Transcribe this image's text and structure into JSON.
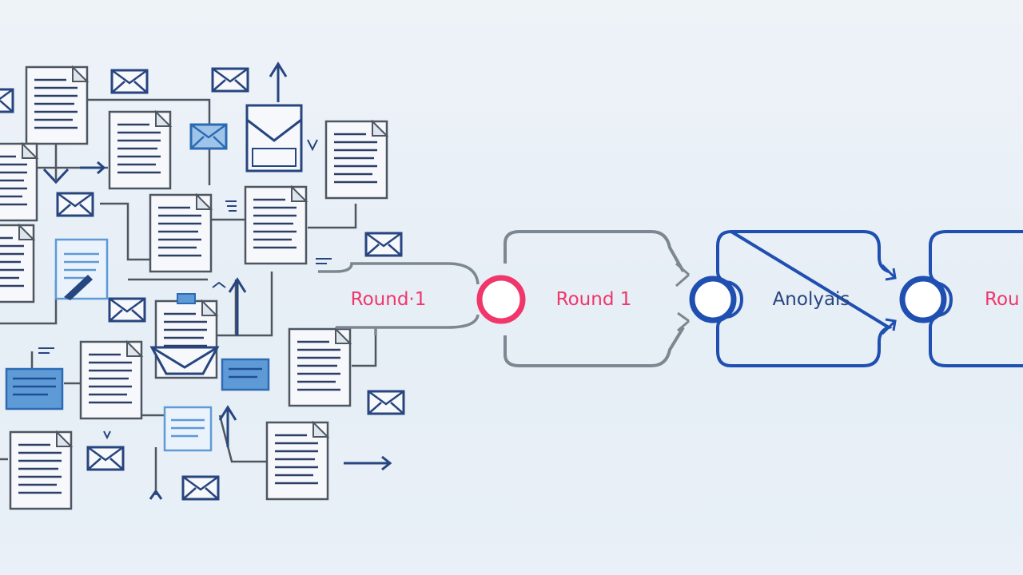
{
  "stages": {
    "s0": {
      "label": "Round·1"
    },
    "s1": {
      "label": "Round 1"
    },
    "s2": {
      "label": "Anolyais"
    },
    "s3": {
      "label": "Rou"
    }
  },
  "colors": {
    "background": "#e9f0f7",
    "gray_line": "#7d8791",
    "navy": "#27457f",
    "royal_blue": "#1f4fb0",
    "accent_red": "#f0366a",
    "light_blue_fill": "#5e9ad6",
    "doc_fill": "#f6f8fb"
  },
  "icons": [
    "document-icon",
    "envelope-icon",
    "open-envelope-icon",
    "arrow-icon"
  ]
}
